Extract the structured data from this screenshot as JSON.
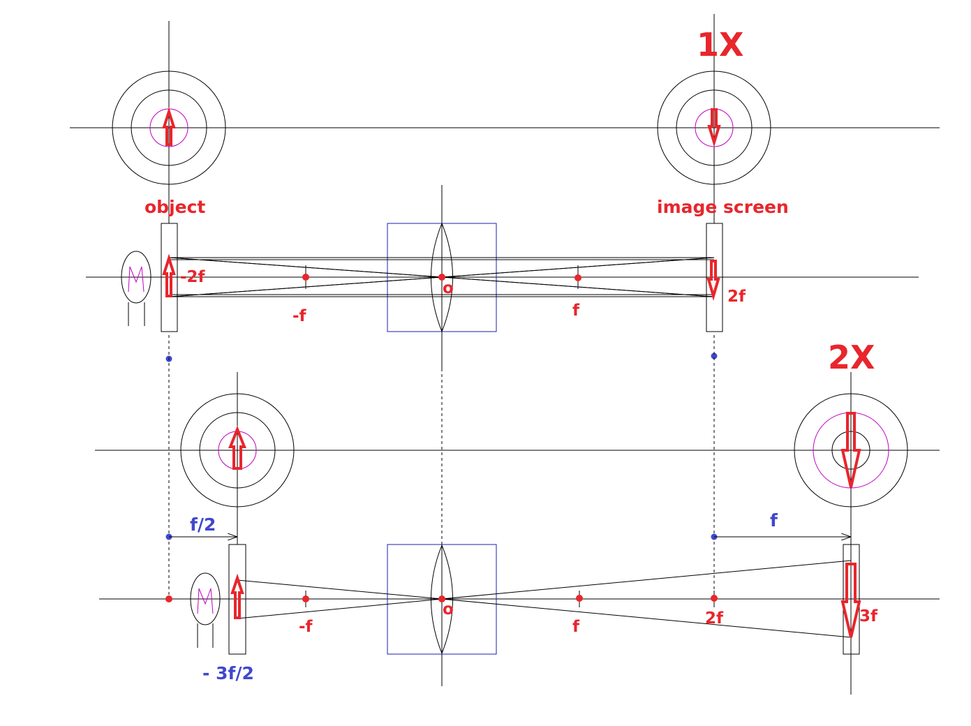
{
  "labels": {
    "mag_1x": "1X",
    "mag_2x": "2X",
    "object": "object",
    "image_screen": "image screen",
    "top_minus_2f": "-2f",
    "top_minus_f": "-f",
    "top_o": "o",
    "top_f": "f",
    "top_2f": "2f",
    "bot_minus_f": "-f",
    "bot_o": "o",
    "bot_f": "f",
    "bot_2f": "2f",
    "bot_3f": "3f",
    "shift_half_f": "f/2",
    "shift_f": "f",
    "minus_3f_2": "- 3f/2"
  },
  "colors": {
    "label_red": "#e8262c",
    "label_blue": "#3f48cc",
    "lens_box": "#1c1cb4",
    "magenta": "#c000c0"
  }
}
